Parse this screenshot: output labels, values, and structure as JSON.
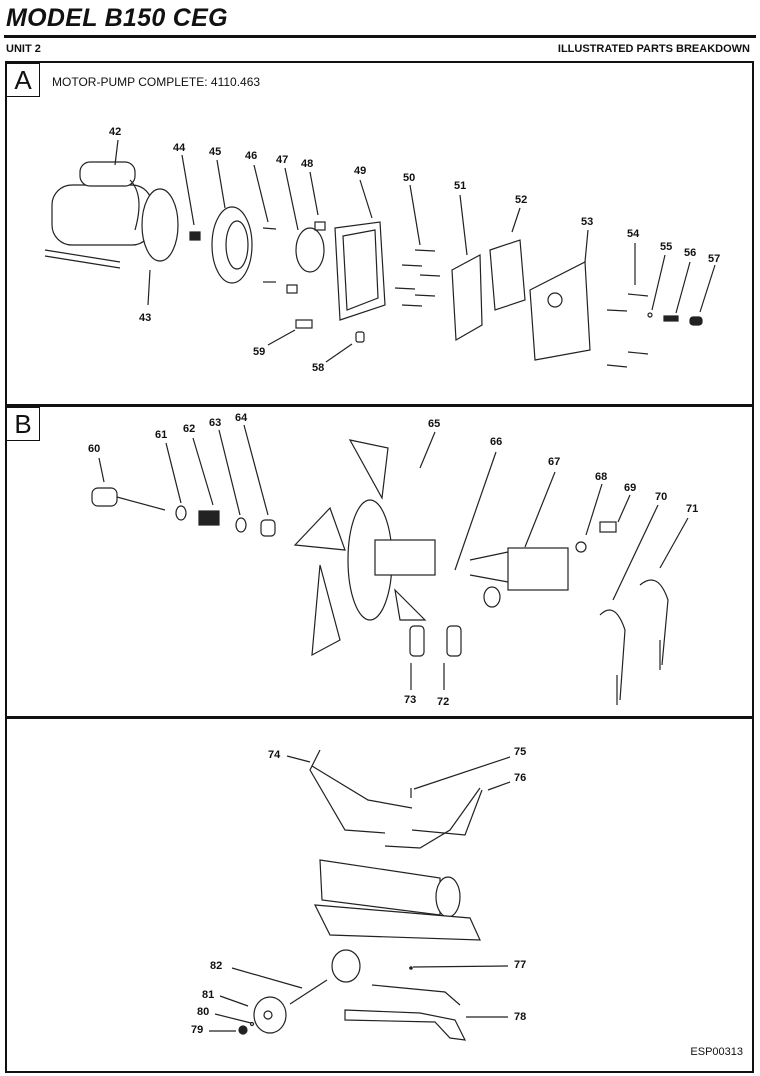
{
  "header": {
    "title": "MODEL B150 CEG",
    "unit": "UNIT 2",
    "section_title": "ILLUSTRATED PARTS BREAKDOWN"
  },
  "sections": [
    {
      "letter": "A",
      "caption": "MOTOR-PUMP COMPLETE: 4110.463",
      "callouts": [
        "42",
        "43",
        "44",
        "45",
        "46",
        "47",
        "48",
        "49",
        "50",
        "51",
        "52",
        "53",
        "54",
        "55",
        "56",
        "57",
        "58",
        "59"
      ]
    },
    {
      "letter": "B",
      "caption": "",
      "callouts": [
        "60",
        "61",
        "62",
        "63",
        "64",
        "65",
        "66",
        "67",
        "68",
        "69",
        "70",
        "71",
        "72",
        "73"
      ]
    },
    {
      "letter": "",
      "caption": "",
      "callouts": [
        "74",
        "75",
        "76",
        "77",
        "78",
        "79",
        "80",
        "81",
        "82"
      ]
    }
  ],
  "footer": {
    "document_code": "ESP00313"
  }
}
